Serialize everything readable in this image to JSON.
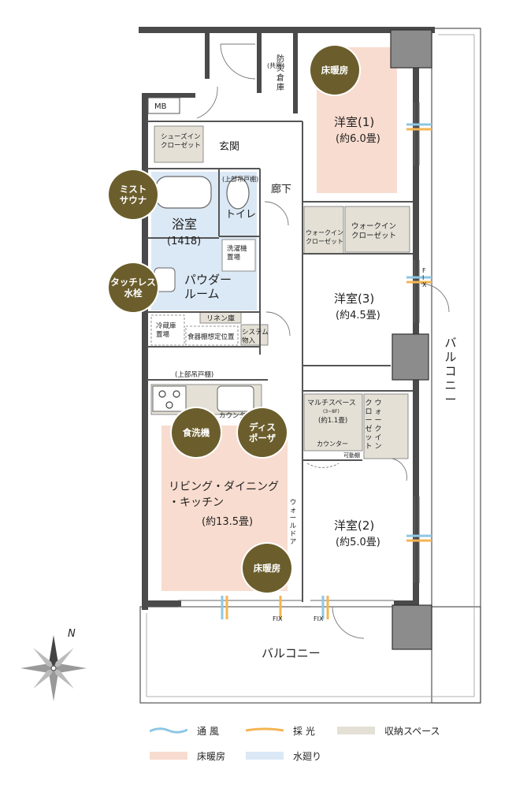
{
  "rooms": {
    "entrance": "玄関",
    "hallway": "廊下",
    "storage_box": "防災倉庫",
    "storage_box_sub": "(共用)",
    "mb": "MB",
    "shoe_closet": "シューズイン\nクローゼット",
    "overhead_cabinet_toilet": "(上部吊戸棚)",
    "bath": "浴室",
    "bath_size": "(1418)",
    "toilet": "トイレ",
    "washer": "洗濯機\n置場",
    "powder_room": "パウダー\nルーム",
    "linen": "リネン庫",
    "fridge": "冷蔵庫\n置場",
    "dish_rack": "食器棚想定位置",
    "system_storage": "システム\n物入",
    "overhead_cabinet_kitchen": "(上部吊戸棚)",
    "counter_kitchen": "カウンター",
    "ldk": "リビング・ダイニング\n・キッチン",
    "ldk_size": "(約13.5畳)",
    "wall_door": "ウォールドア",
    "room1": "洋室(1)",
    "room1_size": "(約6.0畳)",
    "room3": "洋室(3)",
    "room3_size": "(約4.5畳)",
    "room2": "洋室(2)",
    "room2_size": "(約5.0畳)",
    "walkin1": "ウォークイン\nクローゼット",
    "walkin2": "ウォークイン\nクローゼット",
    "walkin3": "ウォークイン\nクローゼット",
    "multi_space": "マルチスペース",
    "multi_space_sub": "(3~8F)",
    "multi_space_size": "(約1.1畳)",
    "counter_multi": "カウンター",
    "movable_shelf": "可動棚",
    "balcony_right": "バルコニー",
    "balcony_bottom": "バルコニー",
    "fix_right": "F\nI\nX",
    "fix_bottom_1": "FIX",
    "fix_bottom_2": "FIX"
  },
  "badges": {
    "floor_heating_1": "床暖房",
    "mist_sauna": "ミスト\nサウナ",
    "touchless_faucet": "タッチレス\n水栓",
    "dishwasher": "食洗機",
    "disposer": "ディス\nポーザ",
    "floor_heating_2": "床暖房"
  },
  "compass": {
    "label": "N"
  },
  "legend": {
    "ventilation": "通 風",
    "daylight": "採 光",
    "storage": "収納スペース",
    "floor_heating": "床暖房",
    "water": "水廻り"
  },
  "colors": {
    "floor_heating": "#f8dccf",
    "water": "#dbe8f5",
    "storage": "#e4e0d6",
    "badge": "#6b5e2c",
    "wall": "#4a4a4a",
    "column": "#8c8c8c"
  }
}
